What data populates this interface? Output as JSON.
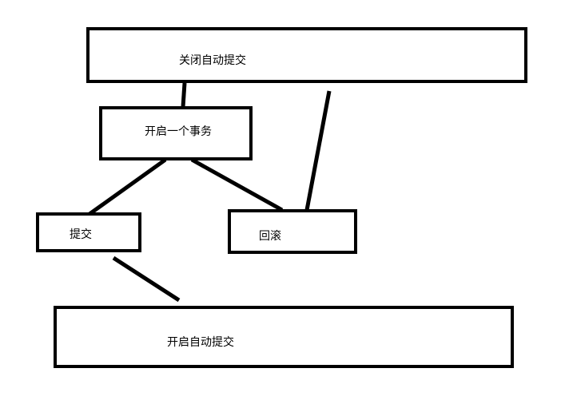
{
  "nodes": {
    "disable_autocommit": "关闭自动提交",
    "begin_transaction": "开启一个事务",
    "commit": "提交",
    "rollback": "回滚",
    "enable_autocommit": "开启自动提交"
  },
  "colors": {
    "line": "#000000",
    "background": "#ffffff"
  }
}
